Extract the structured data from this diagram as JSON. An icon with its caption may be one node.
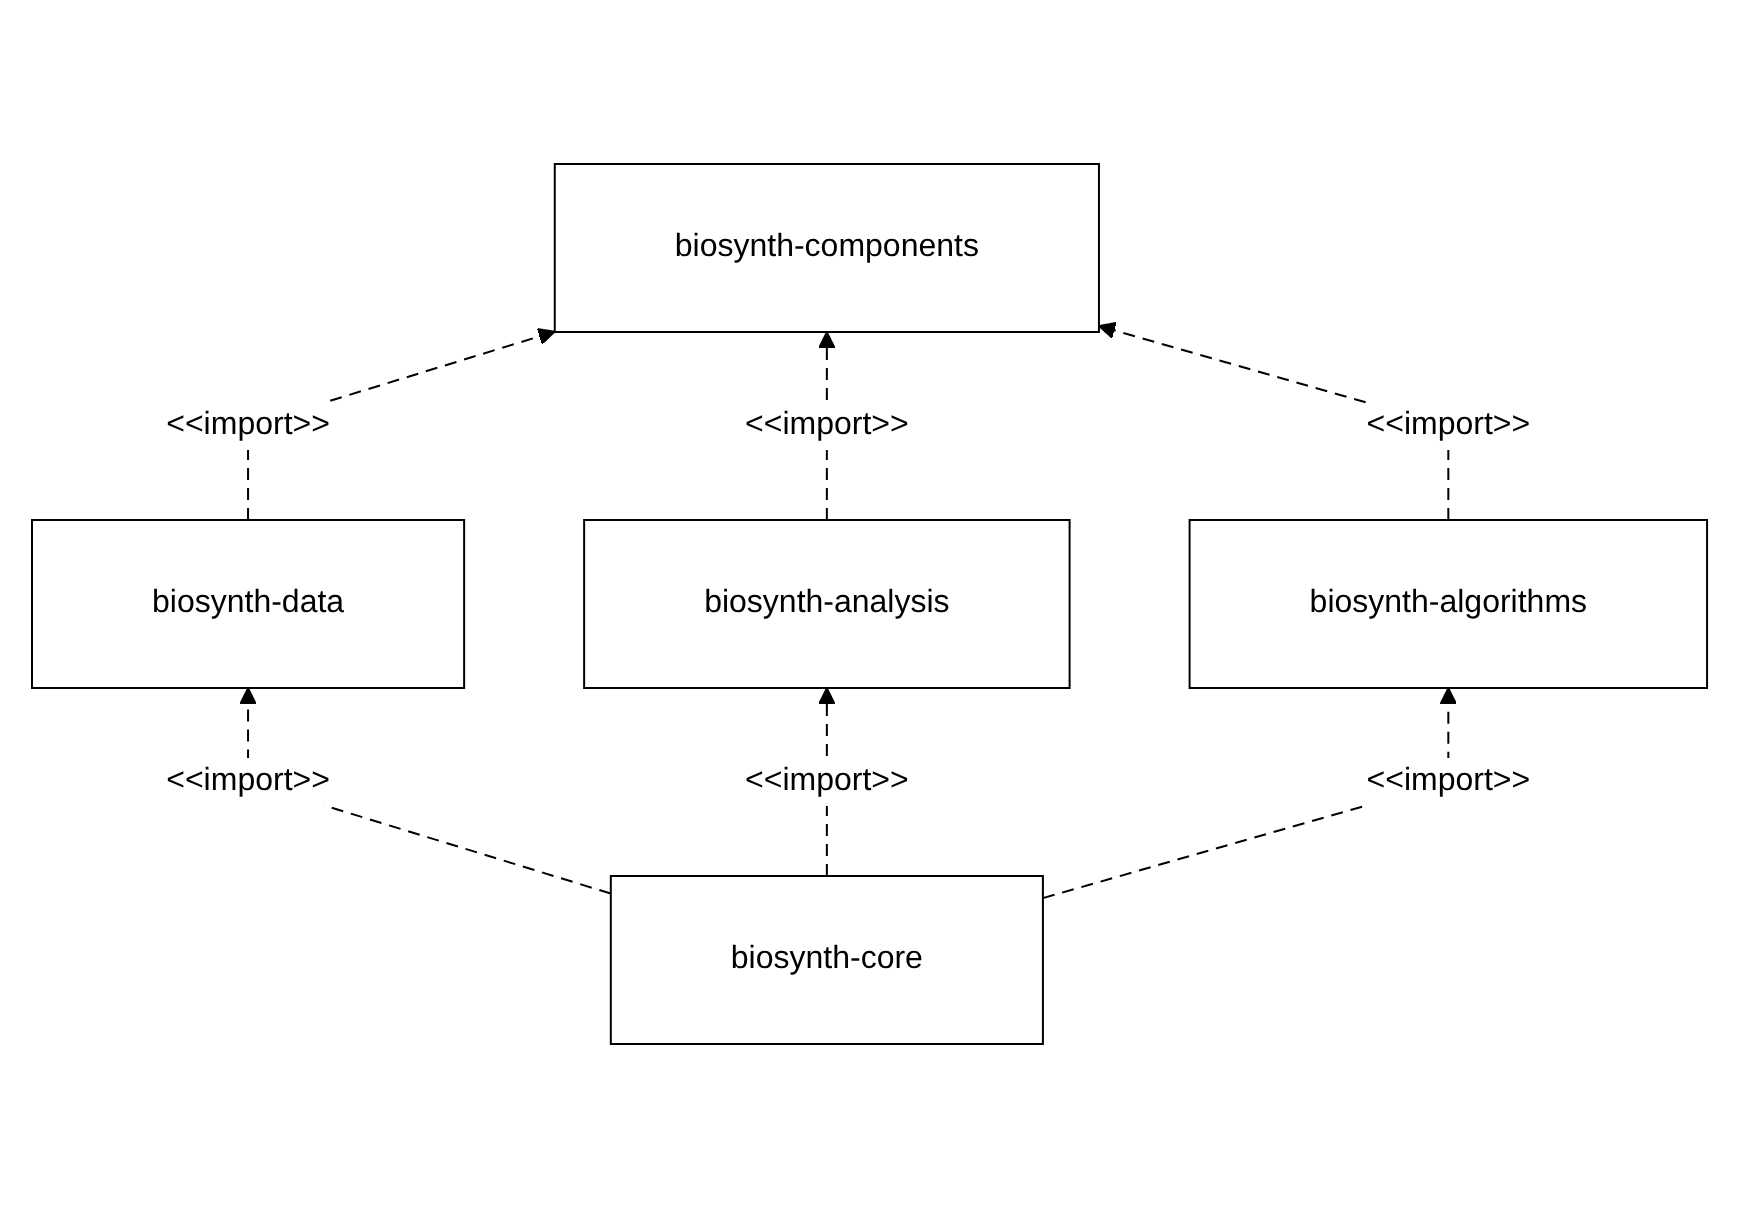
{
  "diagram": {
    "nodes": [
      {
        "text": [
          "biosynth-components"
        ]
      },
      {
        "text": [
          "biosynth-data"
        ]
      },
      {
        "text": [
          "biosynth-analysis"
        ]
      },
      {
        "text": [
          "biosynth-algorithms"
        ]
      },
      {
        "text": [
          "biosynth-core"
        ]
      }
    ],
    "edges": [
      {
        "from": 1,
        "to": 0,
        "arrow": "to",
        "label": "<<import>>",
        "style": "dashed"
      },
      {
        "from": 2,
        "to": 0,
        "arrow": "to",
        "label": "<<import>>",
        "style": "dashed"
      },
      {
        "from": 3,
        "to": 0,
        "arrow": "to",
        "label": "<<import>>",
        "style": "dashed"
      },
      {
        "from": 4,
        "to": 1,
        "arrow": "to",
        "label": "<<import>>",
        "style": "dashed"
      },
      {
        "from": 4,
        "to": 2,
        "arrow": "to",
        "label": "<<import>>",
        "style": "dashed"
      },
      {
        "from": 4,
        "to": 3,
        "arrow": "to",
        "label": "<<import>>",
        "style": "dashed"
      }
    ]
  }
}
